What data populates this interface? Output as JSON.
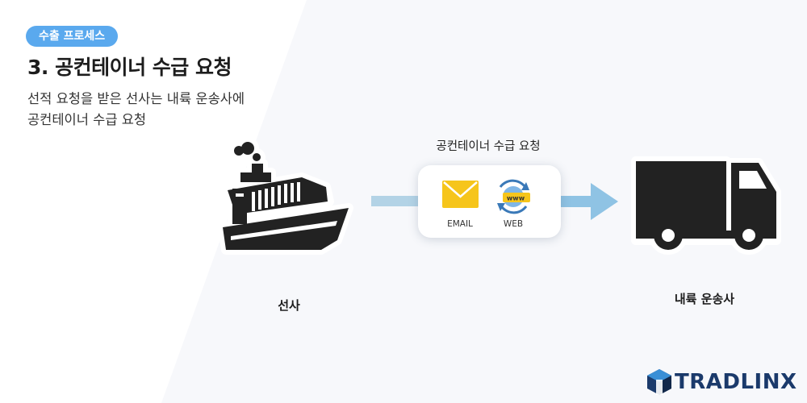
{
  "header": {
    "badge": "수출 프로세스",
    "title": "3. 공컨테이너 수급 요청",
    "description_lines": [
      "선적 요청을 받은 선사는 내륙 운송사에",
      "공컨테이너 수급 요청"
    ]
  },
  "diagram": {
    "request_label": "공컨테이너 수급 요청",
    "shipper_label": "선사",
    "carrier_label": "내륙 운송사",
    "channels": {
      "email_label": "EMAIL",
      "web_label": "WEB",
      "web_icon_text": "www"
    }
  },
  "brand": {
    "logo_text": "TRADLINX"
  },
  "colors": {
    "badge": "#5aa9ee",
    "connector": "#b3d3e6",
    "arrow": "#8fc3e4",
    "email_icon": "#f6c51b",
    "logo": "#1b3a6b",
    "icon_fill": "#222222"
  },
  "icons": [
    "ship-icon",
    "truck-icon",
    "email-icon",
    "web-icon",
    "tradlinx-logo-icon"
  ]
}
